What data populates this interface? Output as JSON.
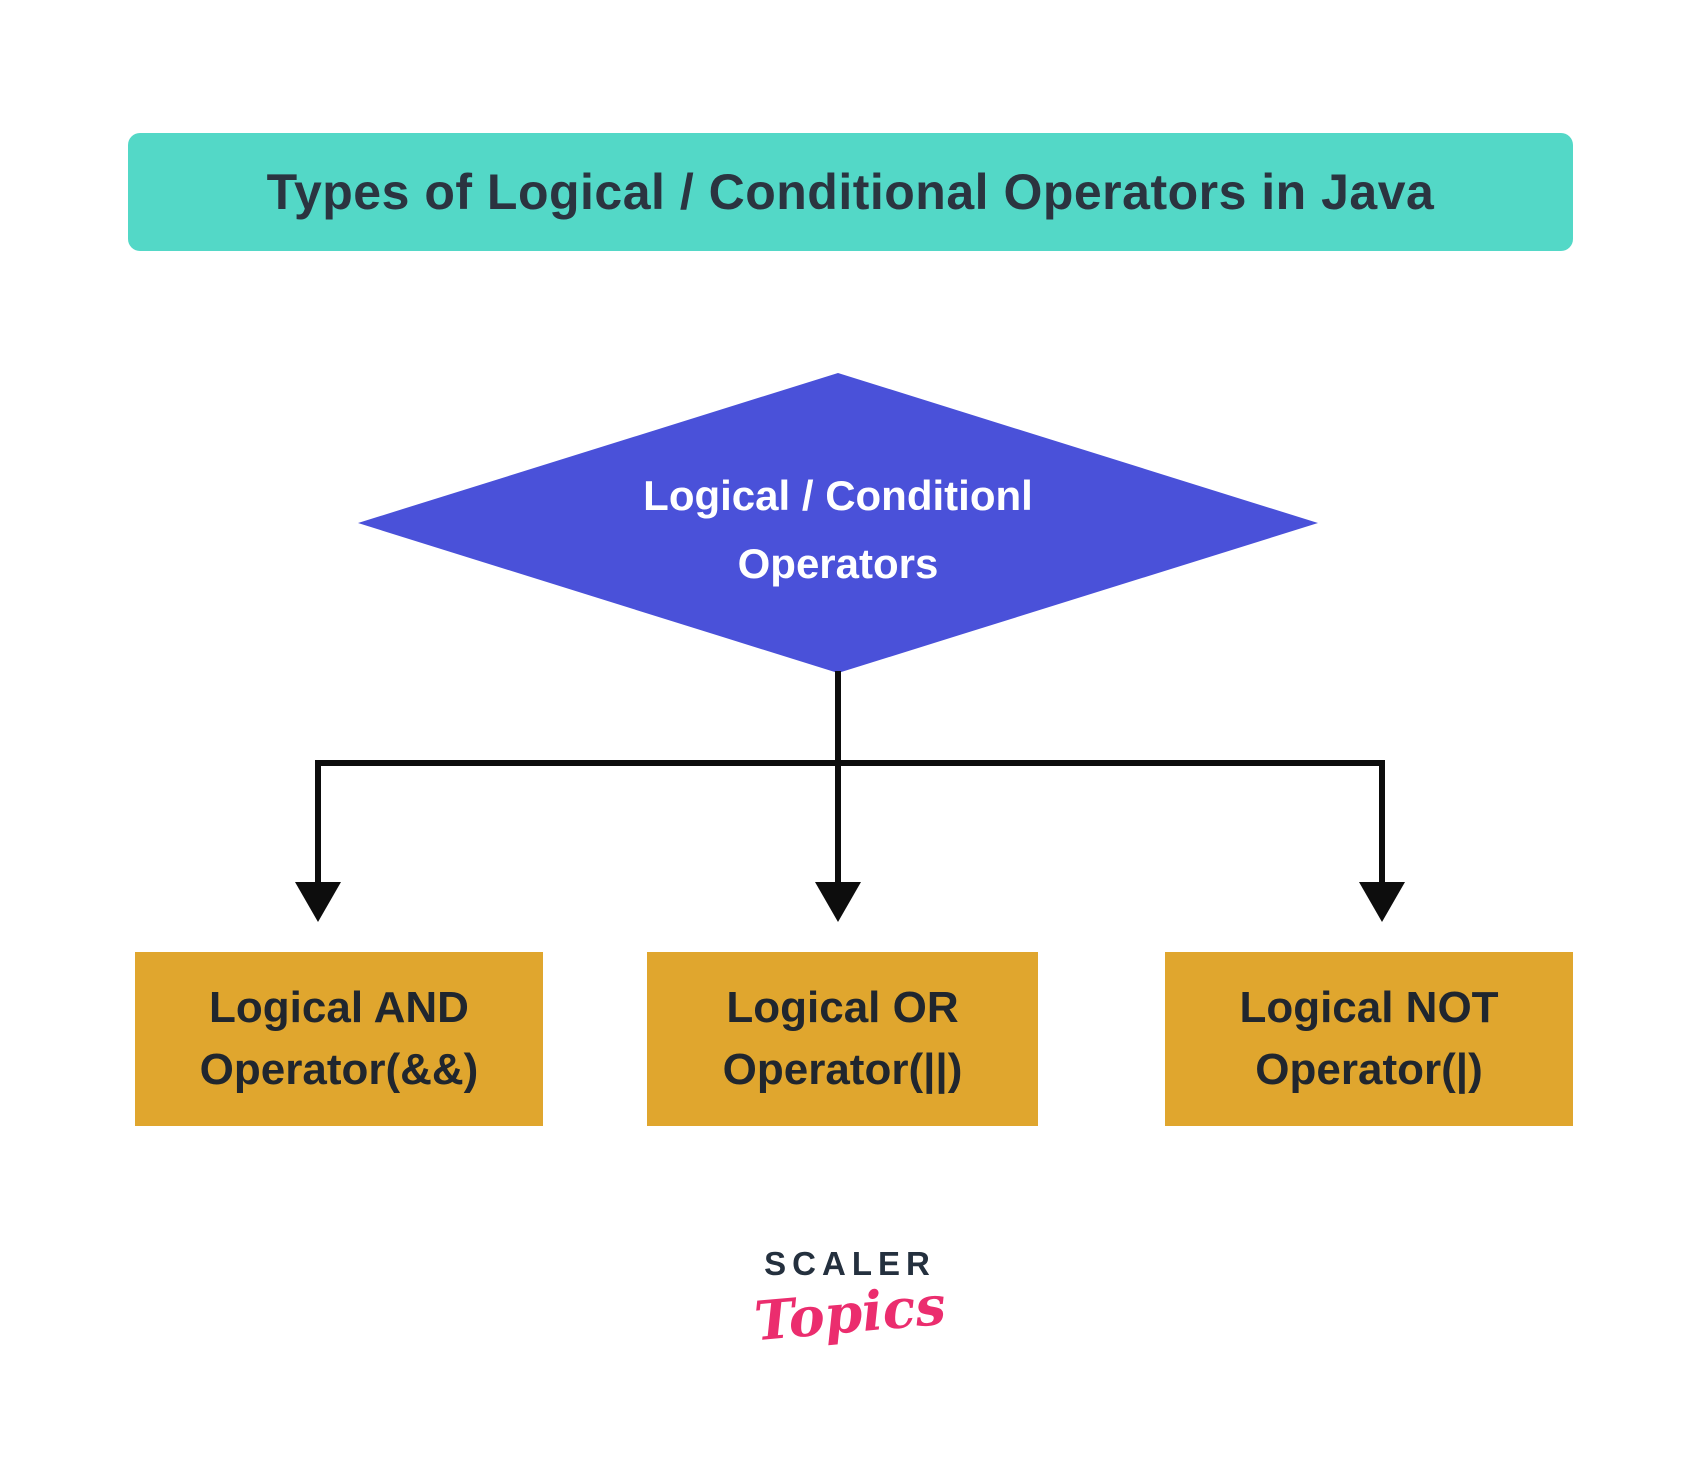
{
  "title_banner": {
    "text": "Types of Logical / Conditional Operators in Java"
  },
  "diamond": {
    "line1": "Logical / Conditionl",
    "line2": "Operators"
  },
  "operator_boxes": [
    {
      "id": "and",
      "line1": "Logical AND",
      "line2": "Operator(&&)"
    },
    {
      "id": "or",
      "line1": "Logical OR",
      "line2": "Operator(||)"
    },
    {
      "id": "not",
      "line1": "Logical NOT",
      "line2": "Operator(|)"
    }
  ],
  "logo": {
    "brand": "SCALER",
    "sub": "Topics"
  },
  "colors": {
    "background": "#ffffff",
    "banner_bg": "#53d8c7",
    "banner_text": "#2b3440",
    "diamond_bg": "#4a51d9",
    "diamond_text": "#ffffff",
    "box_bg": "#e0a62e",
    "box_text": "#20262e",
    "connector": "#0d0d0d",
    "logo_brand": "#24303e",
    "logo_sub": "#eb2d6e"
  }
}
